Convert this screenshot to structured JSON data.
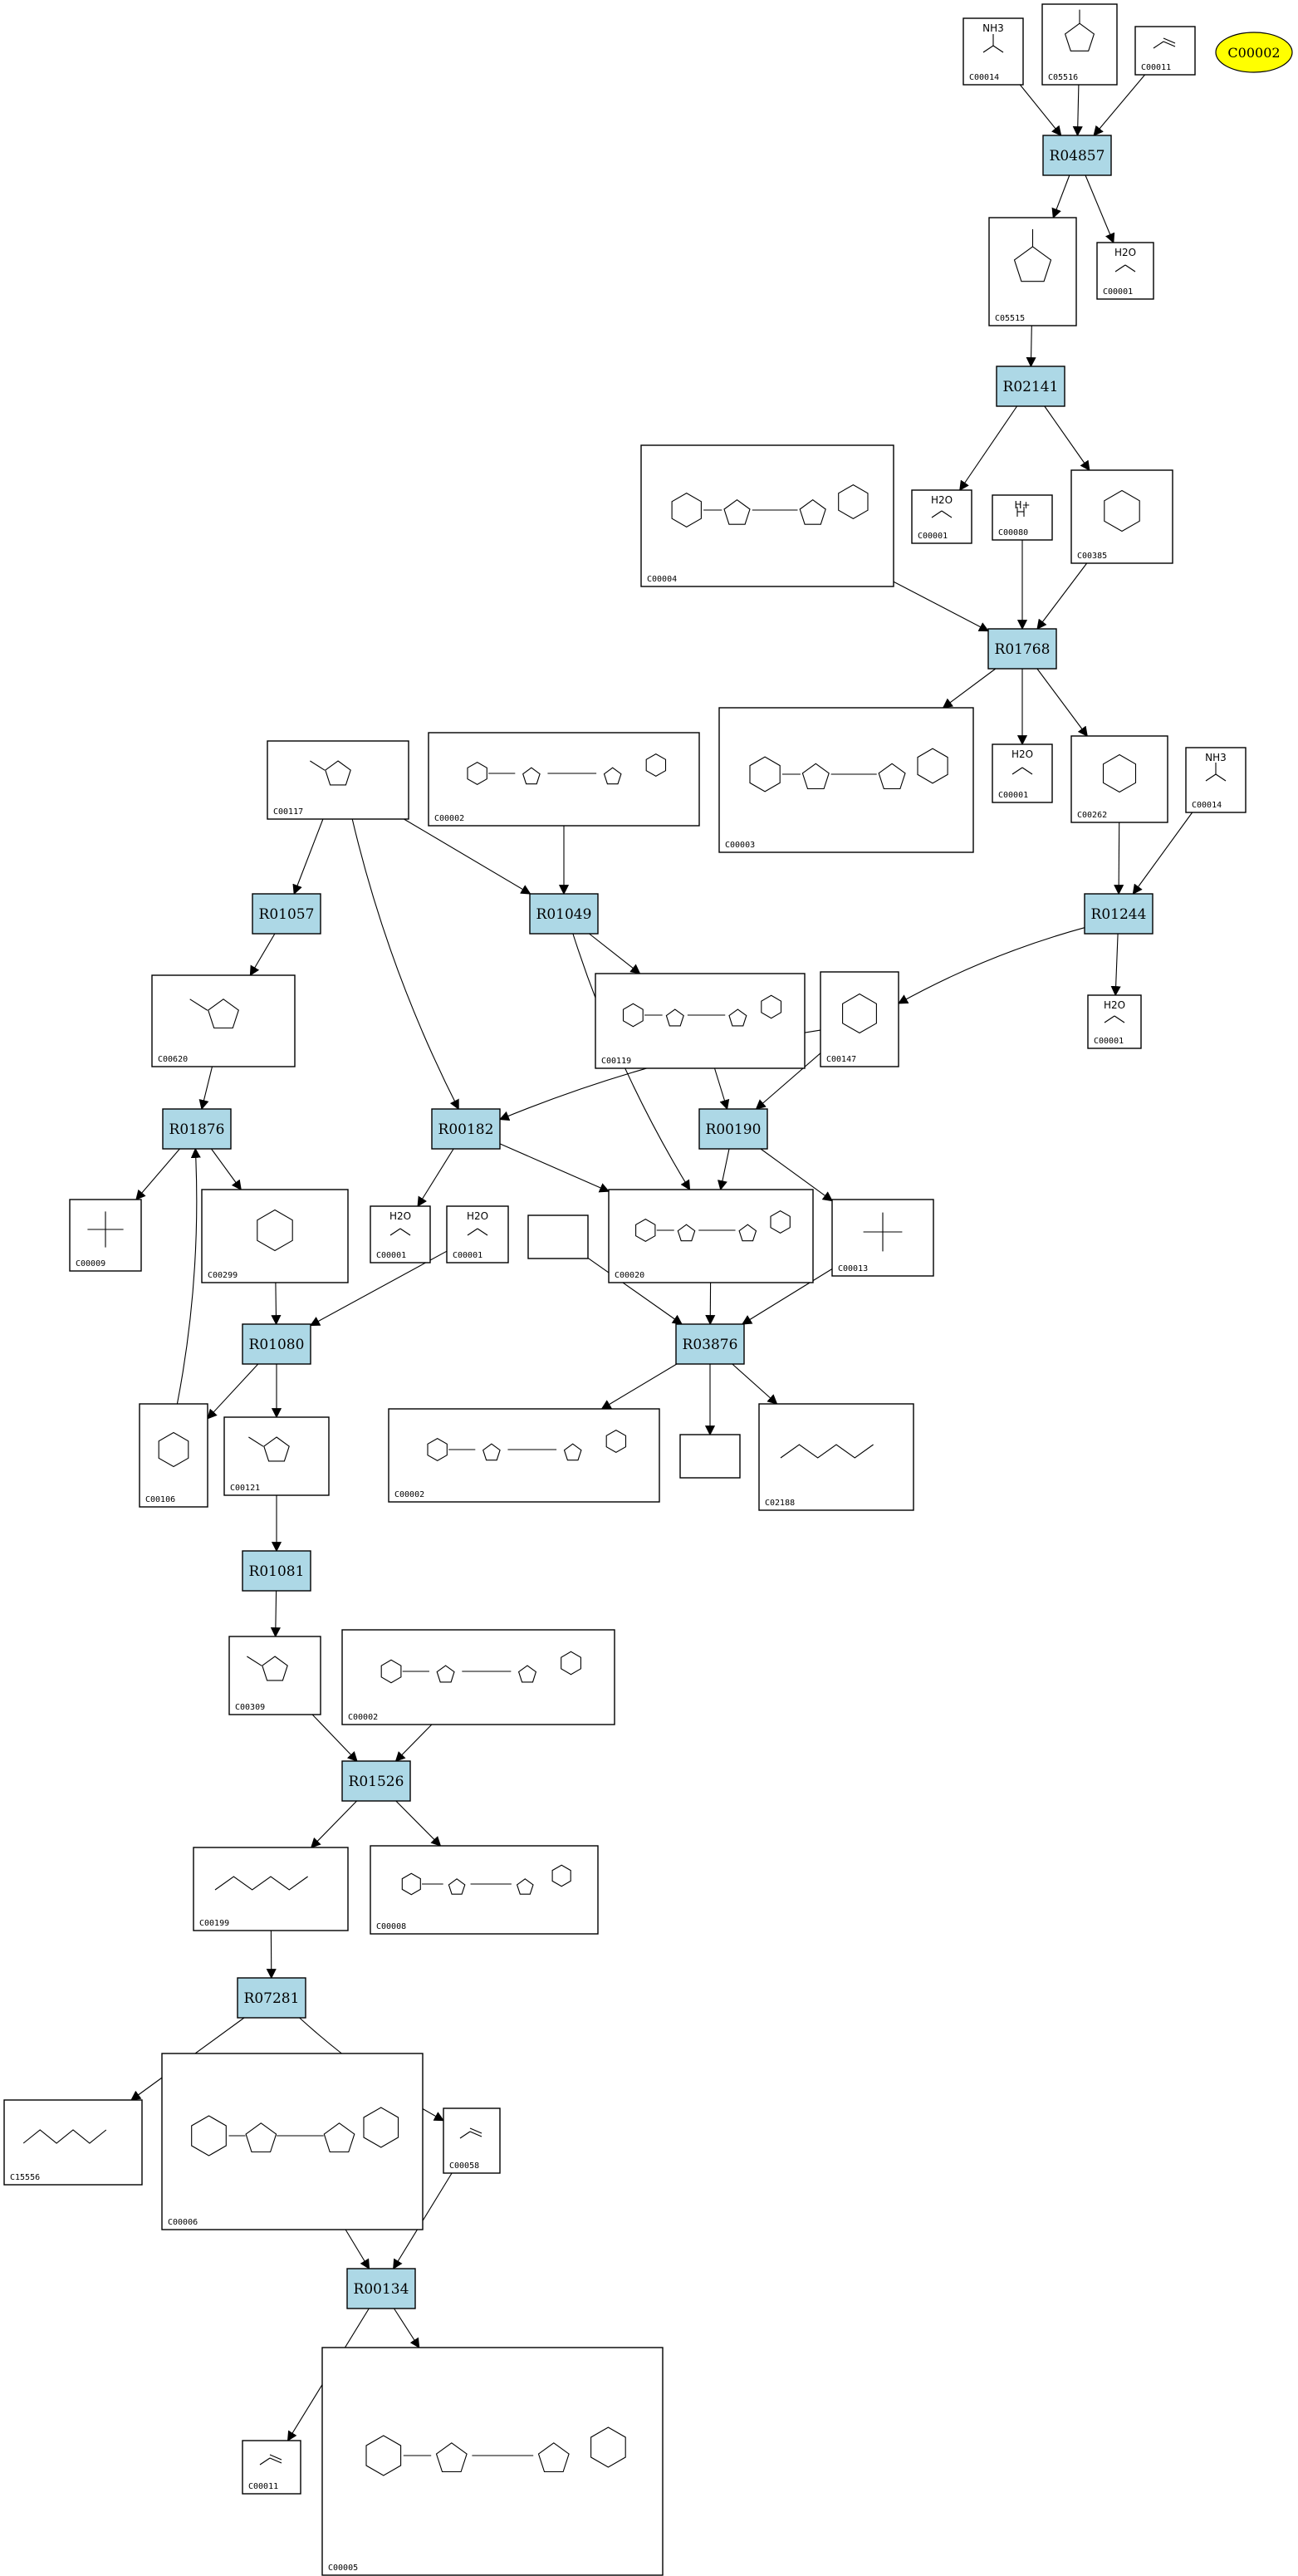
{
  "highlight": {
    "id": "C00002",
    "color": "#ffff00"
  },
  "colors": {
    "reaction_fill": "#add8e6",
    "compound_fill": "#ffffff",
    "stroke": "#000000"
  },
  "reactions": [
    {
      "id": "R04857"
    },
    {
      "id": "R02141"
    },
    {
      "id": "R01768"
    },
    {
      "id": "R01057"
    },
    {
      "id": "R01049"
    },
    {
      "id": "R01244"
    },
    {
      "id": "R01876"
    },
    {
      "id": "R00182"
    },
    {
      "id": "R00190"
    },
    {
      "id": "R01080"
    },
    {
      "id": "R03876"
    },
    {
      "id": "R01081"
    },
    {
      "id": "R01526"
    },
    {
      "id": "R07281"
    },
    {
      "id": "R00134"
    }
  ],
  "compounds": [
    {
      "id": "C00014",
      "formula": "NH3"
    },
    {
      "id": "C05516",
      "formula": ""
    },
    {
      "id": "C00011",
      "formula": ""
    },
    {
      "id": "C05515",
      "formula": ""
    },
    {
      "id": "C00001",
      "formula": "H2O"
    },
    {
      "id": "C00001",
      "formula": "H2O"
    },
    {
      "id": "C00080",
      "formula": "H+"
    },
    {
      "id": "C00385",
      "formula": ""
    },
    {
      "id": "C00004",
      "formula": ""
    },
    {
      "id": "C00003",
      "formula": ""
    },
    {
      "id": "C00001",
      "formula": "H2O"
    },
    {
      "id": "C00262",
      "formula": ""
    },
    {
      "id": "C00014",
      "formula": "NH3"
    },
    {
      "id": "C00117",
      "formula": ""
    },
    {
      "id": "C00002",
      "formula": ""
    },
    {
      "id": "C00620",
      "formula": ""
    },
    {
      "id": "C00119",
      "formula": ""
    },
    {
      "id": "C00147",
      "formula": ""
    },
    {
      "id": "C00001",
      "formula": "H2O"
    },
    {
      "id": "C00009",
      "formula": ""
    },
    {
      "id": "C00299",
      "formula": ""
    },
    {
      "id": "C00001",
      "formula": "H2O"
    },
    {
      "id": "C00001",
      "formula": "H2O"
    },
    {
      "id": "",
      "formula": ""
    },
    {
      "id": "C00020",
      "formula": ""
    },
    {
      "id": "C00013",
      "formula": ""
    },
    {
      "id": "C00106",
      "formula": ""
    },
    {
      "id": "C00121",
      "formula": ""
    },
    {
      "id": "C00002",
      "formula": ""
    },
    {
      "id": "",
      "formula": ""
    },
    {
      "id": "C02188",
      "formula": ""
    },
    {
      "id": "C00309",
      "formula": ""
    },
    {
      "id": "C00002",
      "formula": ""
    },
    {
      "id": "C00199",
      "formula": ""
    },
    {
      "id": "C00008",
      "formula": ""
    },
    {
      "id": "C15556",
      "formula": ""
    },
    {
      "id": "C00006",
      "formula": ""
    },
    {
      "id": "C00058",
      "formula": ""
    },
    {
      "id": "C00011",
      "formula": ""
    },
    {
      "id": "C00005",
      "formula": ""
    }
  ]
}
